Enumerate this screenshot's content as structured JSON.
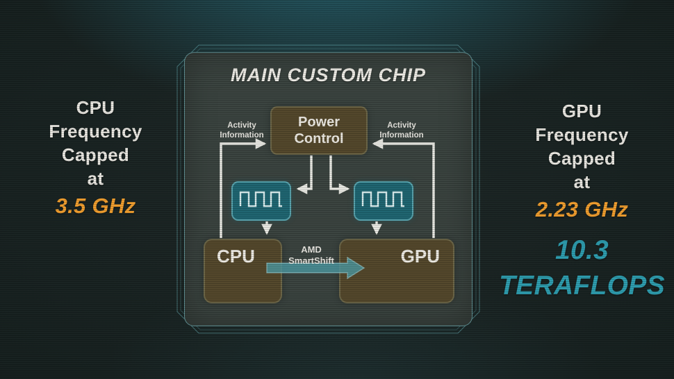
{
  "title": "MAIN CUSTOM CHIP",
  "left_caption": {
    "lines": [
      "CPU",
      "Frequency",
      "Capped",
      "at"
    ],
    "value": "3.5 GHz"
  },
  "right_caption": {
    "lines": [
      "GPU",
      "Frequency",
      "Capped",
      "at"
    ],
    "value": "2.23 GHz",
    "tflops": [
      "10.3",
      "TERAFLOPS"
    ]
  },
  "diagram": {
    "power_control": [
      "Power",
      "Control"
    ],
    "cpu_label": "CPU",
    "gpu_label": "GPU",
    "activity_left": [
      "Activity",
      "Information"
    ],
    "activity_right": [
      "Activity",
      "Information"
    ],
    "smartshift": [
      "AMD",
      "SmartShift"
    ],
    "clock_icon": "square-wave-icon"
  },
  "colors": {
    "accent_orange": "#EF9D2E",
    "accent_teal": "#2D9CAE",
    "clock_box_fill": "#1E6571",
    "clock_box_border": "#58A3AD",
    "block_brown": "#53472B",
    "panel_fill": "#3A433F",
    "panel_border": "#73B9BE",
    "wire_white": "#E9E9E3",
    "smartshift_arrow": "#4D9AA4"
  }
}
